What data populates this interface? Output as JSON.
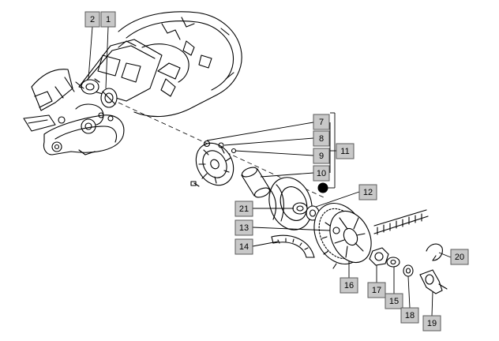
{
  "parts": [
    {
      "id": "label-1",
      "text": "1"
    },
    {
      "id": "label-2",
      "text": "2"
    },
    {
      "id": "label-7",
      "text": "7"
    },
    {
      "id": "label-8",
      "text": "8"
    },
    {
      "id": "label-9",
      "text": "9"
    },
    {
      "id": "label-10",
      "text": "10"
    },
    {
      "id": "label-11",
      "text": "11"
    },
    {
      "id": "label-12",
      "text": "12"
    },
    {
      "id": "label-13",
      "text": "13"
    },
    {
      "id": "label-14",
      "text": "14"
    },
    {
      "id": "label-15",
      "text": "15"
    },
    {
      "id": "label-16",
      "text": "16"
    },
    {
      "id": "label-17",
      "text": "17"
    },
    {
      "id": "label-18",
      "text": "18"
    },
    {
      "id": "label-19",
      "text": "19"
    },
    {
      "id": "label-20",
      "text": "20"
    },
    {
      "id": "label-21",
      "text": "21"
    }
  ]
}
